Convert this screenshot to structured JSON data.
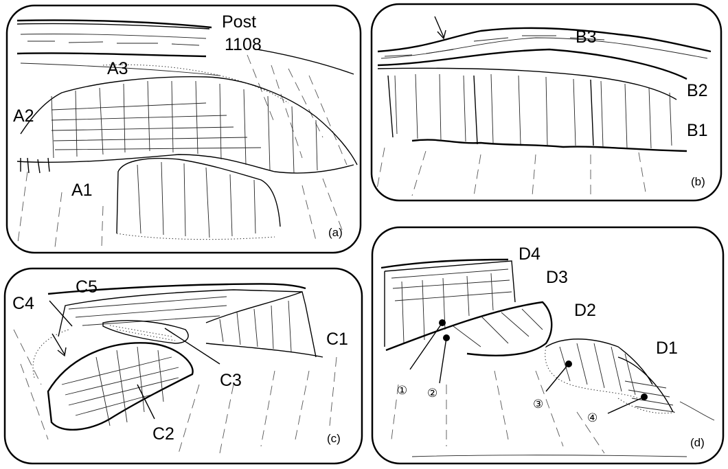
{
  "panels": {
    "a": {
      "caption": "(a)",
      "labels": {
        "post_line1": "Post",
        "post_line2": "1108",
        "a3": "A3",
        "a2": "A2",
        "a1": "A1"
      }
    },
    "b": {
      "caption": "(b)",
      "labels": {
        "b3": "B3",
        "b2": "B2",
        "b1": "B1"
      }
    },
    "c": {
      "caption": "(c)",
      "labels": {
        "c5": "C5",
        "c4": "C4",
        "c1": "C1",
        "c3": "C3",
        "c2": "C2"
      }
    },
    "d": {
      "caption": "(d)",
      "labels": {
        "d4": "D4",
        "d3": "D3",
        "d2": "D2",
        "d1": "D1"
      },
      "markers": [
        "①",
        "②",
        "③",
        "④"
      ]
    }
  }
}
